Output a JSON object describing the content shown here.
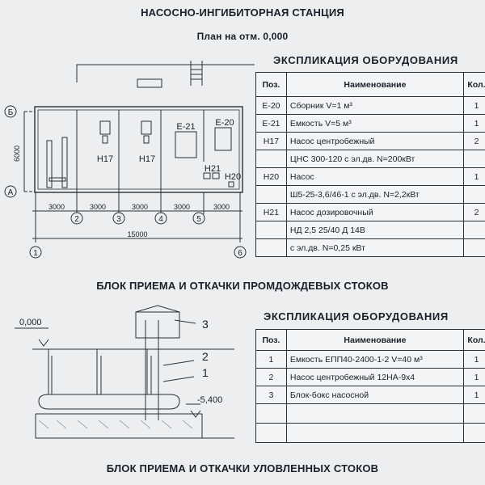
{
  "titles": {
    "station": "НАСОСНО-ИНГИБИТОРНАЯ СТАНЦИЯ",
    "plan": "План на отм. 0,000",
    "block_storm": "БЛОК ПРИЕМА И ОТКАЧКИ ПРОМДОЖДЕВЫХ СТОКОВ",
    "block_caught": "БЛОК ПРИЕМА И ОТКАЧКИ УЛОВЛЕННЫХ СТОКОВ"
  },
  "explication_title": "ЭКСПЛИКАЦИЯ  ОБОРУДОВАНИЯ",
  "table1": {
    "headers": [
      "Поз.",
      "Наименование",
      "Кол."
    ],
    "rows": [
      {
        "pos": "Е-20",
        "name": "Сборник V=1 м³",
        "qty": "1"
      },
      {
        "pos": "Е-21",
        "name": "Емкость V=5 м³",
        "qty": "1"
      },
      {
        "pos": "Н17",
        "name": "Насос центробежный",
        "qty": "2"
      },
      {
        "pos": "",
        "name": "ЦНС 300-120 с эл.дв. N=200кВт",
        "qty": ""
      },
      {
        "pos": "Н20",
        "name": "Насос",
        "qty": "1"
      },
      {
        "pos": "",
        "name": "Ш5-25-3,6/46-1 с эл.дв. N=2,2кВт",
        "qty": ""
      },
      {
        "pos": "Н21",
        "name": "Насос дозировочный",
        "qty": "2"
      },
      {
        "pos": "",
        "name": "НД 2,5 25/40 Д 14В",
        "qty": ""
      },
      {
        "pos": "",
        "name": "с эл.дв. N=0,25 кВт",
        "qty": ""
      }
    ]
  },
  "table2": {
    "headers": [
      "Поз.",
      "Наименование",
      "Кол."
    ],
    "rows": [
      {
        "pos": "1",
        "name": "Емкость ЕПП40-2400-1-2 V=40 м³",
        "qty": "1"
      },
      {
        "pos": "2",
        "name": "Насос центробежный 12НА-9х4",
        "qty": "1"
      },
      {
        "pos": "3",
        "name": "Блок-бокс насосной",
        "qty": "1"
      }
    ]
  },
  "plan": {
    "axis_letters": [
      "Б",
      "А"
    ],
    "axis_numbers": [
      "1",
      "2",
      "3",
      "4",
      "5",
      "6"
    ],
    "span_labels": [
      "3000",
      "3000",
      "3000",
      "3000",
      "3000"
    ],
    "total_span": "15000",
    "height_label": "6000",
    "equipment_labels": {
      "h17_a": "Н17",
      "h17_b": "Н17",
      "e21": "Е-21",
      "e20": "Е-20",
      "h21": "Н21",
      "h20": "Н20"
    }
  },
  "section": {
    "level_top": "0,000",
    "level_bottom": "-5,400",
    "callouts": [
      "3",
      "2",
      "1"
    ]
  },
  "colors": {
    "ink": "#1b1f2a",
    "paper": "#eceef0"
  }
}
